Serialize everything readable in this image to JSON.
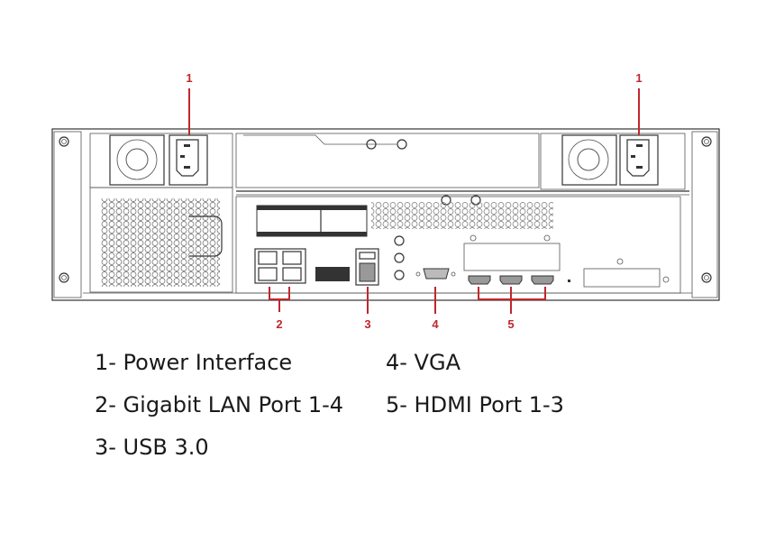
{
  "callouts": {
    "c1_left": "1",
    "c1_right": "1",
    "c2": "2",
    "c3": "3",
    "c4": "4",
    "c5": "5"
  },
  "legend": [
    {
      "text": "1- Power Interface"
    },
    {
      "text": "2- Gigabit LAN Port 1-4"
    },
    {
      "text": "3- USB 3.0"
    },
    {
      "text": "4- VGA"
    },
    {
      "text": "5- HDMI Port 1-3"
    }
  ],
  "colors": {
    "callout": "#c0272d",
    "line": "#333333"
  }
}
